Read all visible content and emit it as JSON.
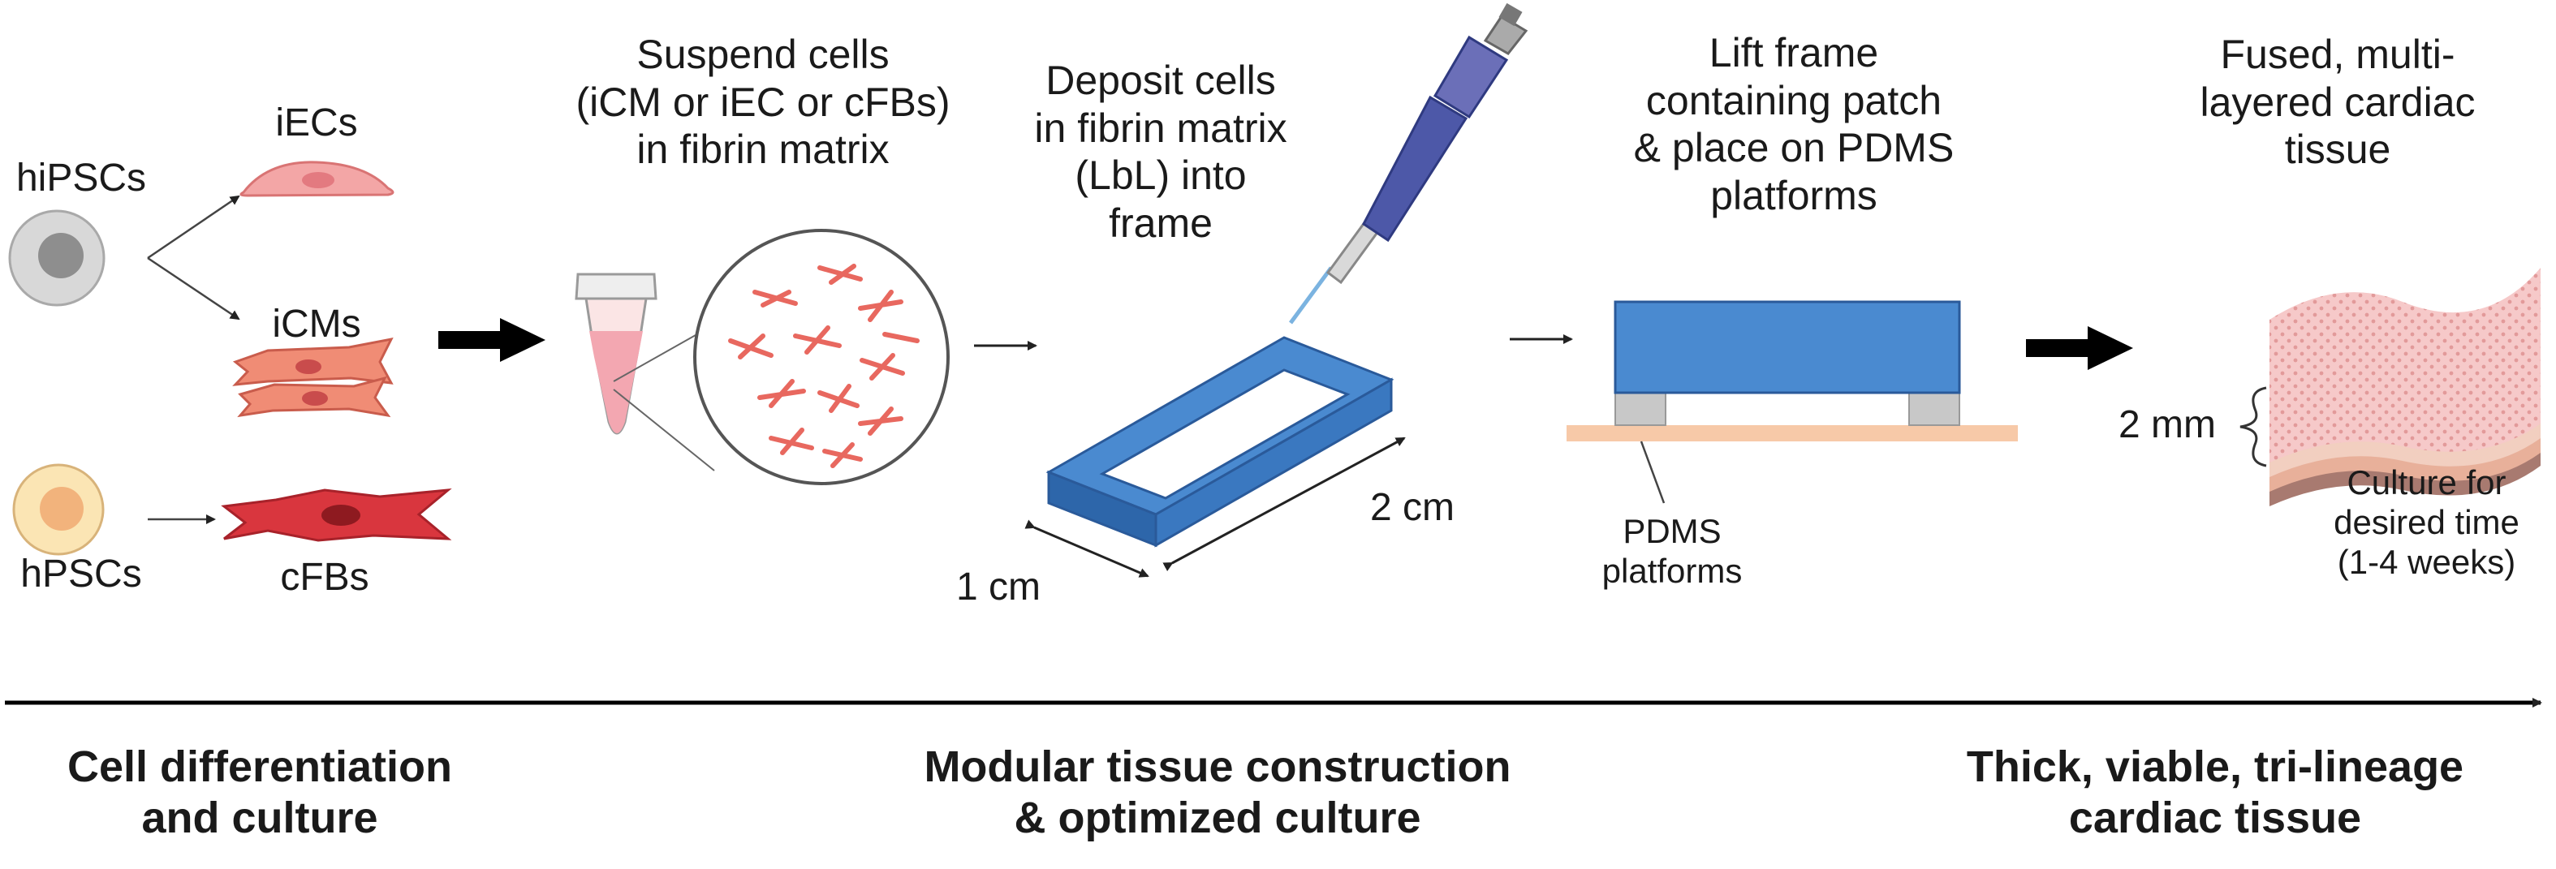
{
  "cells": {
    "hipsc": "hiPSCs",
    "hpsc": "hPSCs",
    "iec": "iECs",
    "icm": "iCMs",
    "cfb": "cFBs"
  },
  "steps": {
    "suspend": "Suspend cells\n(iCM or iEC or cFBs)\nin fibrin matrix",
    "deposit": "Deposit cells\nin fibrin matrix\n(LbL) into\nframe",
    "lift": "Lift frame\ncontaining patch\n& place on PDMS\nplatforms",
    "fused": "Fused, multi-\nlayered cardiac\ntissue"
  },
  "dimensions": {
    "width": "1 cm",
    "length": "2 cm",
    "thickness": "2 mm"
  },
  "labels": {
    "pdms": "PDMS\nplatforms",
    "culture": "Culture for\ndesired time\n(1-4 weeks)"
  },
  "phases": {
    "phase1": "Cell differentiation\nand culture",
    "phase2": "Modular tissue construction\n& optimized culture",
    "phase3": "Thick, viable, tri-lineage\ncardiac tissue"
  },
  "colors": {
    "cell_pink": "#f08c8c",
    "cell_red": "#d9363e",
    "frame_blue": "#4a8ad0",
    "tissue_pink": "#f6c9c9"
  }
}
